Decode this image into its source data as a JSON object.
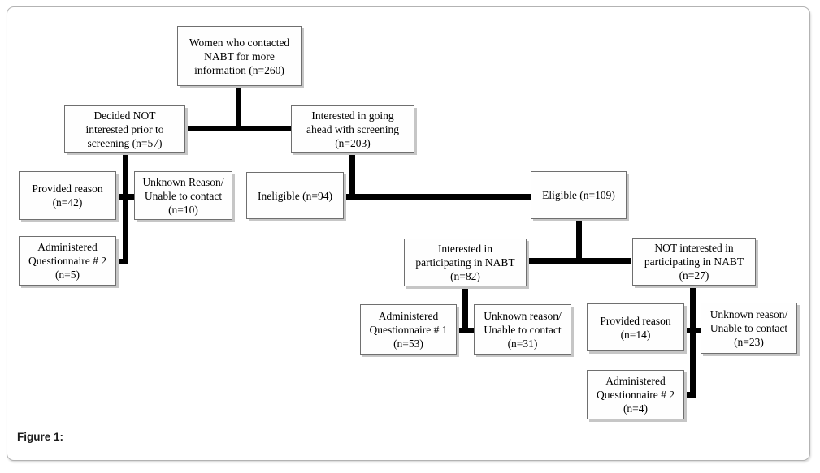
{
  "figure": {
    "caption": "Figure 1:"
  },
  "colors": {
    "connector": "#000000",
    "node_fill": "#fefefe",
    "node_border": "#6f6f6f",
    "node_shadow": "#c6c6c6",
    "frame_border": "#b3b3b3",
    "background": "#ffffff",
    "text": "#000000"
  },
  "nodes": [
    {
      "id": "women-contacted",
      "label": "Women who contacted\nNABT for more\ninformation (n=260)",
      "n": 260
    },
    {
      "id": "decided-not-interested",
      "label": "Decided NOT\ninterested prior to\nscreening (n=57)",
      "n": 57
    },
    {
      "id": "interested-screening",
      "label": "Interested in going\nahead with screening\n(n=203)",
      "n": 203
    },
    {
      "id": "provided-reason-screening",
      "label": "Provided reason\n(n=42)",
      "n": 42
    },
    {
      "id": "unknown-reason-screening",
      "label": "Unknown Reason/\nUnable to contact\n(n=10)",
      "n": 10
    },
    {
      "id": "questionnaire-2-screening",
      "label": "Administered\nQuestionnaire # 2\n(n=5)",
      "n": 5
    },
    {
      "id": "ineligible",
      "label": "Ineligible (n=94)",
      "n": 94
    },
    {
      "id": "eligible",
      "label": "Eligible (n=109)",
      "n": 109
    },
    {
      "id": "interested-nabt",
      "label": "Interested in\nparticipating in NABT\n(n=82)",
      "n": 82
    },
    {
      "id": "not-interested-nabt",
      "label": "NOT interested in\nparticipating in NABT\n(n=27)",
      "n": 27
    },
    {
      "id": "questionnaire-1",
      "label": "Administered\nQuestionnaire # 1\n(n=53)",
      "n": 53
    },
    {
      "id": "unknown-reason-interested",
      "label": "Unknown reason/\nUnable to contact\n(n=31)",
      "n": 31
    },
    {
      "id": "provided-reason-nabt",
      "label": "Provided reason\n(n=14)",
      "n": 14
    },
    {
      "id": "unknown-reason-nabt",
      "label": "Unknown reason/\nUnable to contact\n(n=23)",
      "n": 23
    },
    {
      "id": "questionnaire-2-nabt",
      "label": "Administered\nQuestionnaire # 2\n(n=4)",
      "n": 4
    }
  ]
}
